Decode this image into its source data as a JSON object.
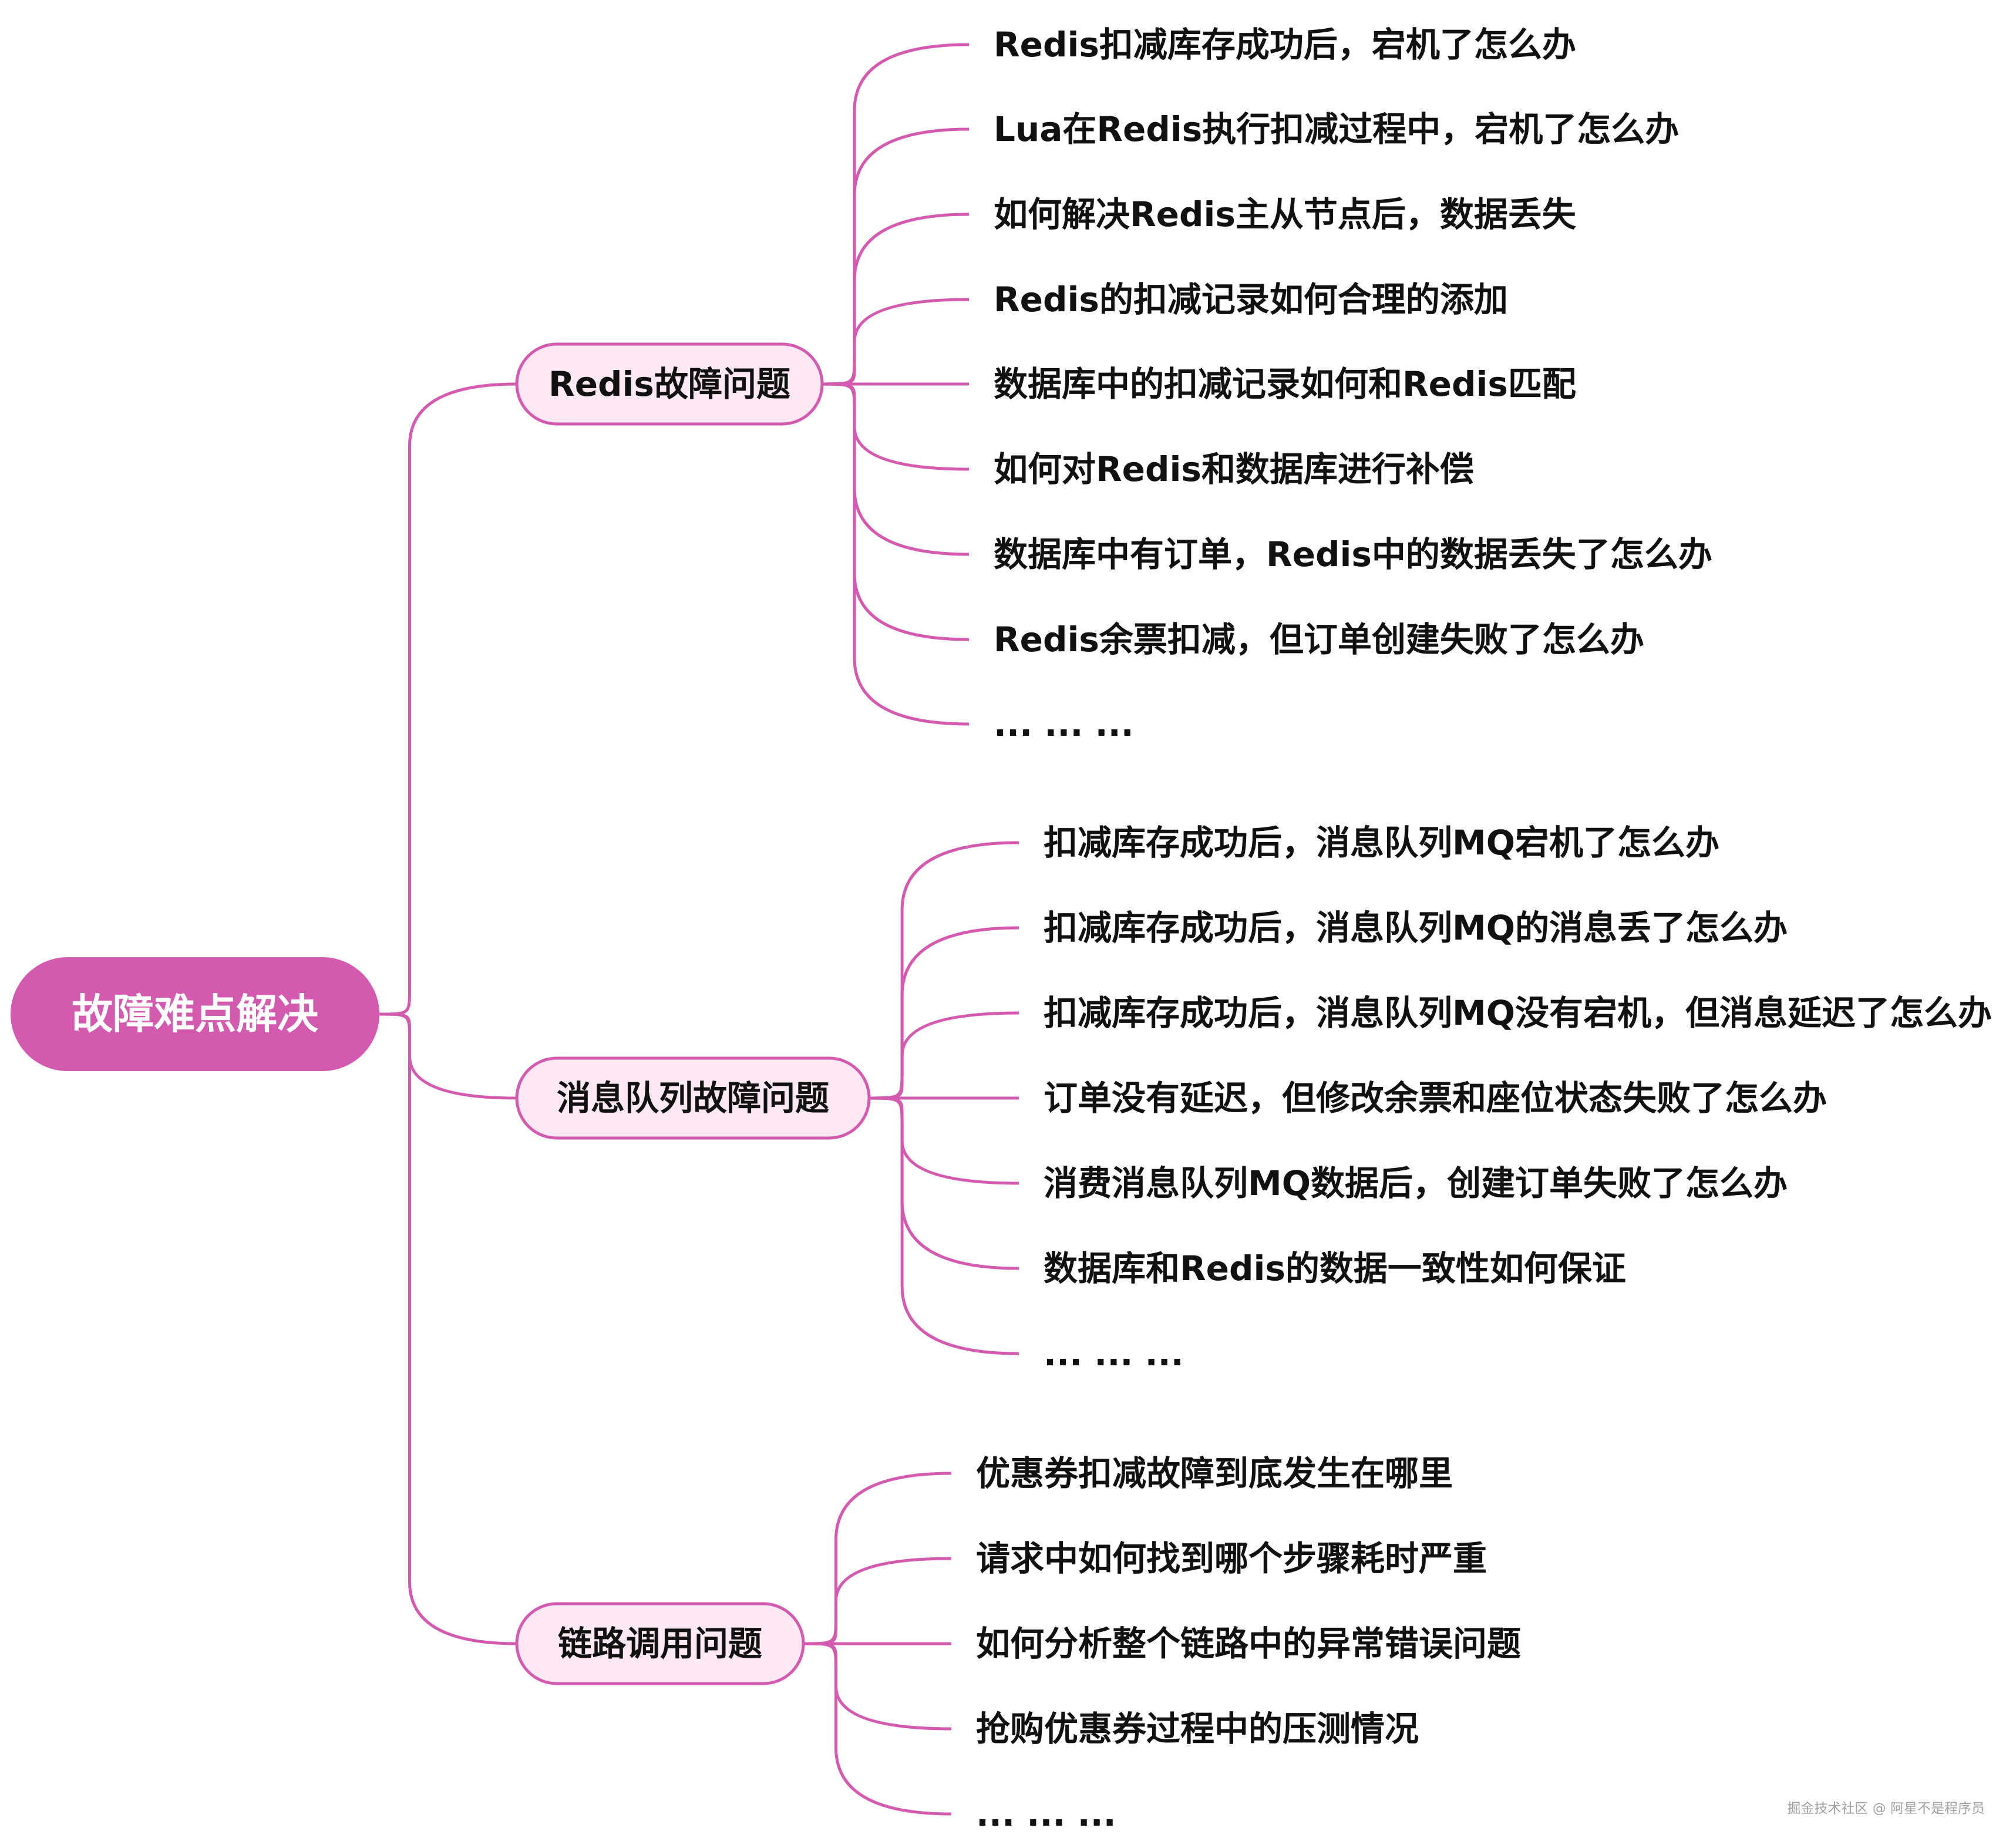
{
  "root": {
    "label": "故障难点解决"
  },
  "branches": [
    {
      "label": "Redis故障问题",
      "items": [
        "Redis扣减库存成功后，宕机了怎么办",
        "Lua在Redis执行扣减过程中，宕机了怎么办",
        "如何解决Redis主从节点后，数据丢失",
        "Redis的扣减记录如何合理的添加",
        "数据库中的扣减记录如何和Redis匹配",
        "如何对Redis和数据库进行补偿",
        "数据库中有订单，Redis中的数据丢失了怎么办",
        "Redis余票扣减，但订单创建失败了怎么办",
        "... ... ..."
      ]
    },
    {
      "label": "消息队列故障问题",
      "items": [
        "扣减库存成功后，消息队列MQ宕机了怎么办",
        "扣减库存成功后，消息队列MQ的消息丢了怎么办",
        "扣减库存成功后，消息队列MQ没有宕机，但消息延迟了怎么办",
        "订单没有延迟，但修改余票和座位状态失败了怎么办",
        "消费消息队列MQ数据后，创建订单失败了怎么办",
        "数据库和Redis的数据一致性如何保证",
        "... ... ..."
      ]
    },
    {
      "label": "链路调用问题",
      "items": [
        "优惠券扣减故障到底发生在哪里",
        "请求中如何找到哪个步骤耗时严重",
        "如何分析整个链路中的异常错误问题",
        "抢购优惠券过程中的压测情况",
        "... ... ..."
      ]
    }
  ],
  "watermark": "掘金技术社区 @ 阿星不是程序员",
  "colors": {
    "accent": "#d45ab0",
    "category_fill": "#fde8f4",
    "text": "#111111"
  }
}
